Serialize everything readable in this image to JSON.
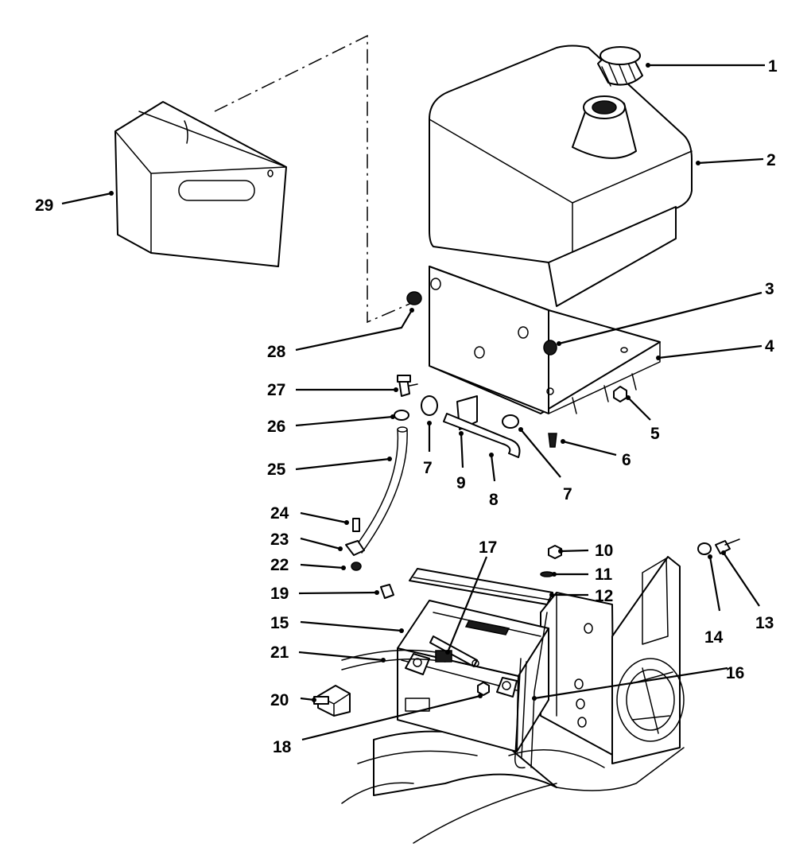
{
  "callouts": {
    "c1": "1",
    "c2": "2",
    "c3": "3",
    "c4": "4",
    "c5": "5",
    "c6": "6",
    "c7a": "7",
    "c7b": "7",
    "c8": "8",
    "c9": "9",
    "c10": "10",
    "c11": "11",
    "c12": "12",
    "c13": "13",
    "c14": "14",
    "c15": "15",
    "c16": "16",
    "c17": "17",
    "c18": "18",
    "c19": "19",
    "c20": "20",
    "c21": "21",
    "c22": "22",
    "c23": "23",
    "c24": "24",
    "c25": "25",
    "c26": "26",
    "c27": "27",
    "c28": "28",
    "c29": "29"
  }
}
